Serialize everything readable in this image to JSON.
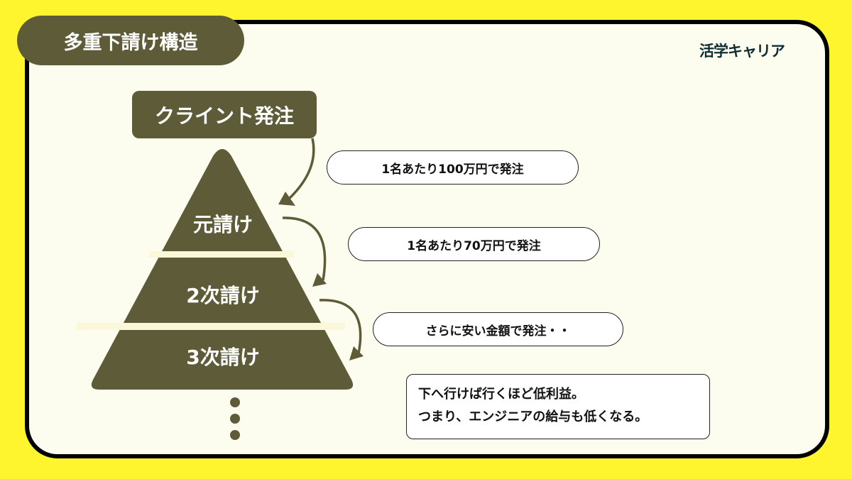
{
  "title": "多重下請け構造",
  "logo": "活学キャリア",
  "client": "クライント発注",
  "tiers": [
    "元請け",
    "2次請け",
    "3次請け"
  ],
  "bubbles": [
    "1名あたり100万円で発注",
    "1名あたり70万円で発注",
    "さらに安い金額で発注・・"
  ],
  "note": {
    "line1": "下へ行けば行くほど低利益。",
    "line2": "つまり、エンジニアの給与も低くなる。"
  },
  "colors": {
    "olive": "#5e5c38",
    "background": "#fdfdef",
    "yellow": "#fef52f"
  }
}
